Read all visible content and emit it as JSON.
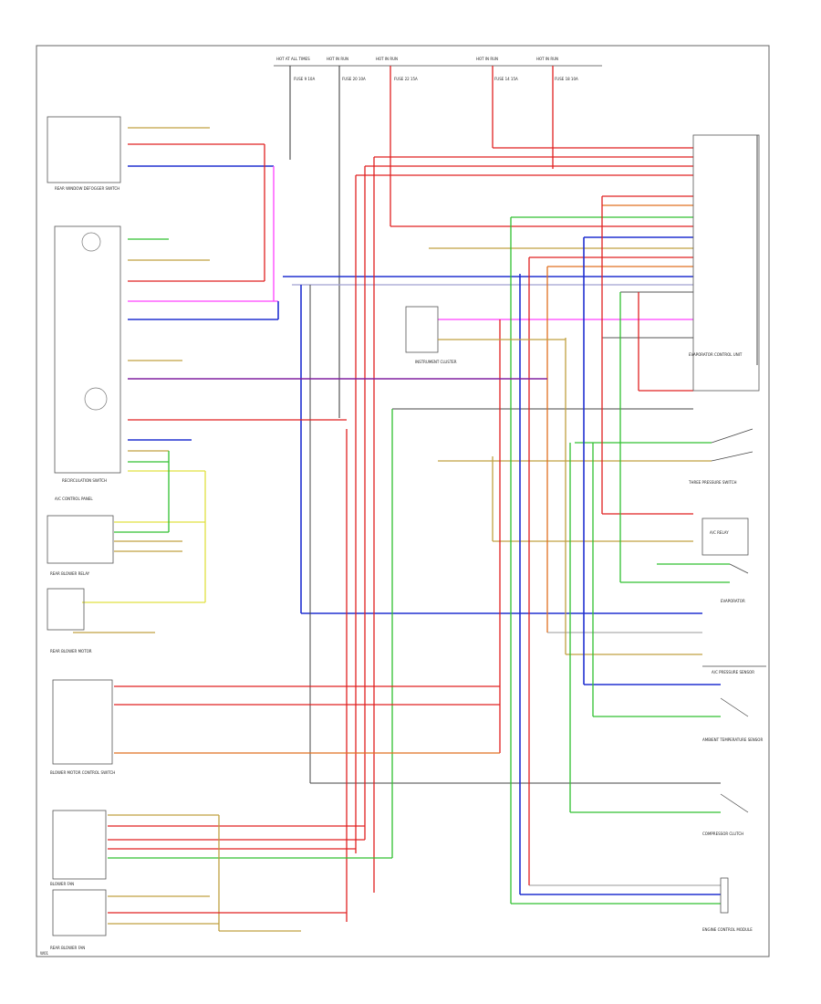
{
  "diagram": {
    "footer_code": "W01",
    "fuse_labels": [
      {
        "top": "HOT AT ALL TIMES",
        "sub": "FUSE 9 10A"
      },
      {
        "top": "HOT IN RUN",
        "sub": "FUSE 20 10A"
      },
      {
        "top": "HOT IN RUN",
        "sub": "FUSE 22 15A"
      },
      {
        "top": "HOT IN RUN",
        "sub": "FUSE 14 15A"
      },
      {
        "top": "HOT IN RUN",
        "sub": "FUSE 18 10A"
      }
    ],
    "component_labels": [
      {
        "id": "rear-window-defogger-switch",
        "text": "REAR WINDOW DEFOGGER SWITCH"
      },
      {
        "id": "recirculation-switch",
        "text": "RECIRCULATION SWITCH"
      },
      {
        "id": "ac-control-panel",
        "text": "A/C CONTROL PANEL"
      },
      {
        "id": "rear-blower-relay",
        "text": "REAR BLOWER RELAY"
      },
      {
        "id": "rear-blower-motor",
        "text": "REAR BLOWER MOTOR"
      },
      {
        "id": "blower-motor-control",
        "text": "BLOWER MOTOR CONTROL SWITCH"
      },
      {
        "id": "blower-fan",
        "text": "BLOWER FAN"
      },
      {
        "id": "rear-blower-fan",
        "text": "REAR BLOWER FAN"
      },
      {
        "id": "instrument-cluster",
        "text": "INSTRUMENT CLUSTER"
      },
      {
        "id": "evaporator-control",
        "text": "EVAPORATOR CONTROL UNIT"
      },
      {
        "id": "three-pressure-switch",
        "text": "THREE PRESSURE SWITCH"
      },
      {
        "id": "ac-relay",
        "text": "A/C RELAY"
      },
      {
        "id": "evaporator",
        "text": "EVAPORATOR"
      },
      {
        "id": "ac-pressure-sensor",
        "text": "A/C PRESSURE SENSOR"
      },
      {
        "id": "ambient-temp-sensor",
        "text": "AMBIENT TEMPERATURE SENSOR"
      },
      {
        "id": "compressor-clutch",
        "text": "COMPRESSOR CLUTCH"
      },
      {
        "id": "engine-control-module",
        "text": "ENGINE CONTROL MODULE"
      }
    ]
  }
}
